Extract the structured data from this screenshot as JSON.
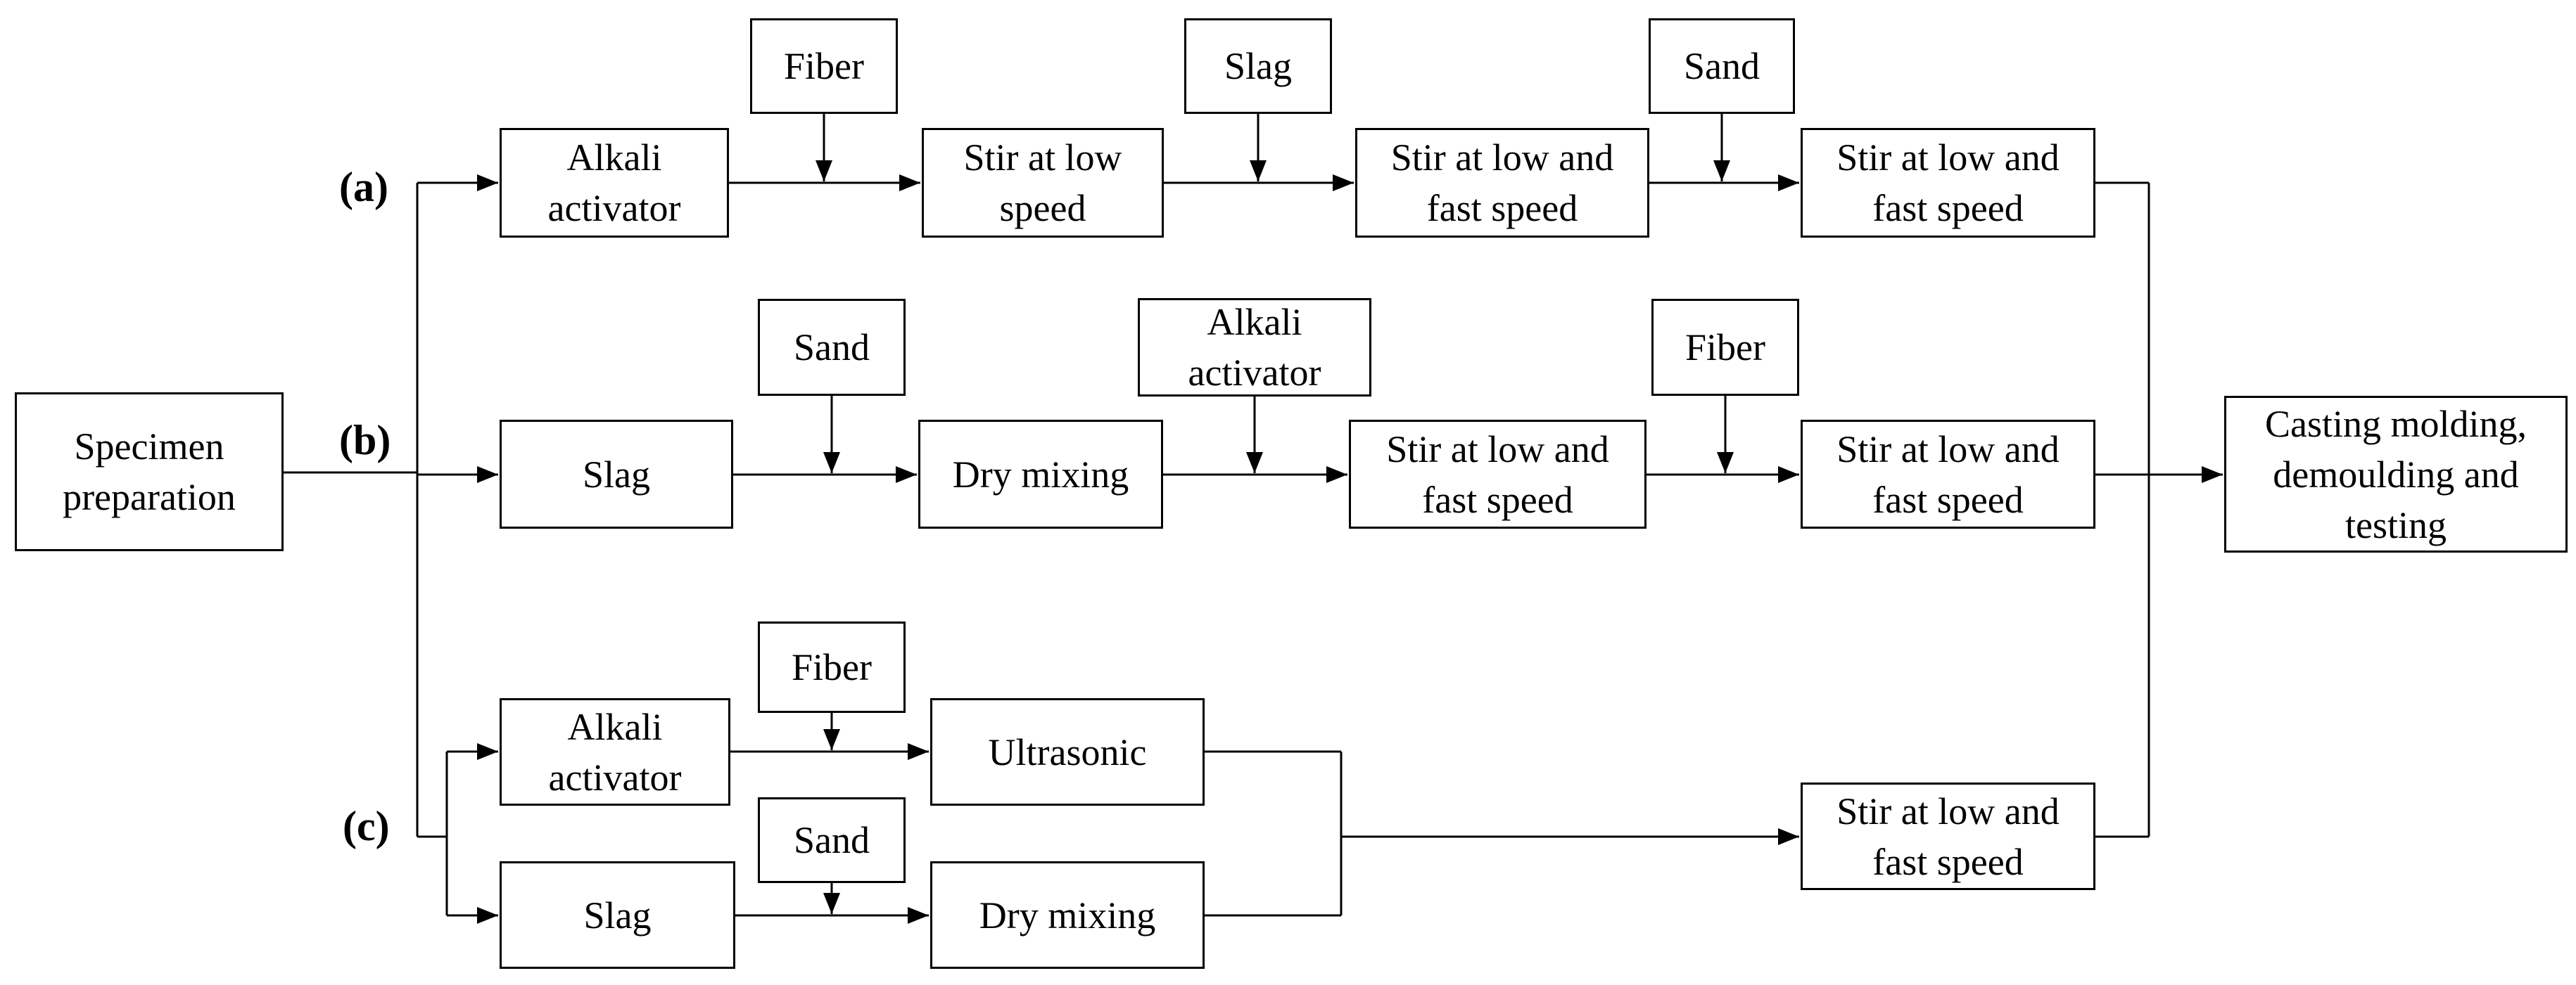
{
  "diagram": {
    "start": "Specimen\npreparation",
    "end": "Casting molding,\ndemoulding and\ntesting",
    "route_a": {
      "tag": "(a)",
      "base": "Alkali\nactivator",
      "add_1": "Fiber",
      "step_1": "Stir at low\nspeed",
      "add_2": "Slag",
      "step_2": "Stir at low and\nfast speed",
      "add_3": "Sand",
      "step_3": "Stir at low and\nfast speed"
    },
    "route_b": {
      "tag": "(b)",
      "base": "Slag",
      "add_1": "Sand",
      "step_1": "Dry mixing",
      "add_2": "Alkali\nactivator",
      "step_2": "Stir at low and\nfast speed",
      "add_3": "Fiber",
      "step_3": "Stir at low and\nfast speed"
    },
    "route_c": {
      "tag": "(c)",
      "base_1": "Alkali\nactivator",
      "add_1": "Fiber",
      "step_1": "Ultrasonic",
      "base_2": "Slag",
      "add_2": "Sand",
      "step_2": "Dry mixing",
      "step_3": "Stir at low and\nfast speed"
    },
    "line_color": "#000000"
  }
}
